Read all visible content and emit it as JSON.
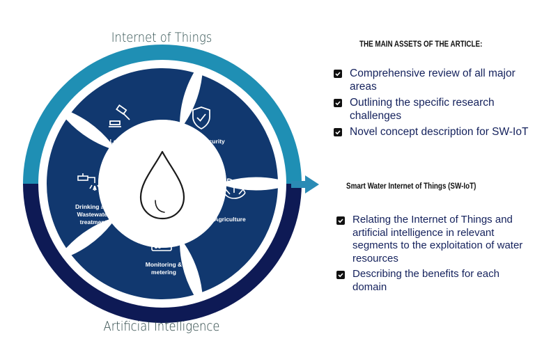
{
  "ring": {
    "top_label": "Internet of Things",
    "bottom_label": "Artificial Intelligence",
    "top_color": "#1f8fb4",
    "bottom_color": "#0e1a55",
    "inner_color": "#11386f"
  },
  "segments": [
    {
      "label_lines": [
        "Legislation"
      ],
      "icon": "gavel-icon"
    },
    {
      "label_lines": [
        "Security"
      ],
      "icon": "shield-check-icon"
    },
    {
      "label_lines": [
        "Agriculture"
      ],
      "icon": "plant-hand-icon"
    },
    {
      "label_lines": [
        "Monitoring &",
        "metering"
      ],
      "icon": "router-icon"
    },
    {
      "label_lines": [
        "Drinking and",
        "Wastewater",
        "treatment"
      ],
      "icon": "faucet-icon"
    }
  ],
  "center_icon": "water-drop-icon",
  "main_assets": {
    "heading": "THE MAIN ASSETS OF THE ARTICLE:",
    "items": [
      "Comprehensive review of all major areas",
      "Outlining the specific research challenges",
      "Novel concept description for SW-IoT"
    ]
  },
  "swiot": {
    "heading": "Smart Water Internet of Things (SW-IoT)",
    "items": [
      "Relating the Internet of Things and artificial intelligence in relevant segments to the exploitation of water resources",
      "Describing the benefits for each domain"
    ]
  },
  "arrow_color": "#2a8bb5"
}
